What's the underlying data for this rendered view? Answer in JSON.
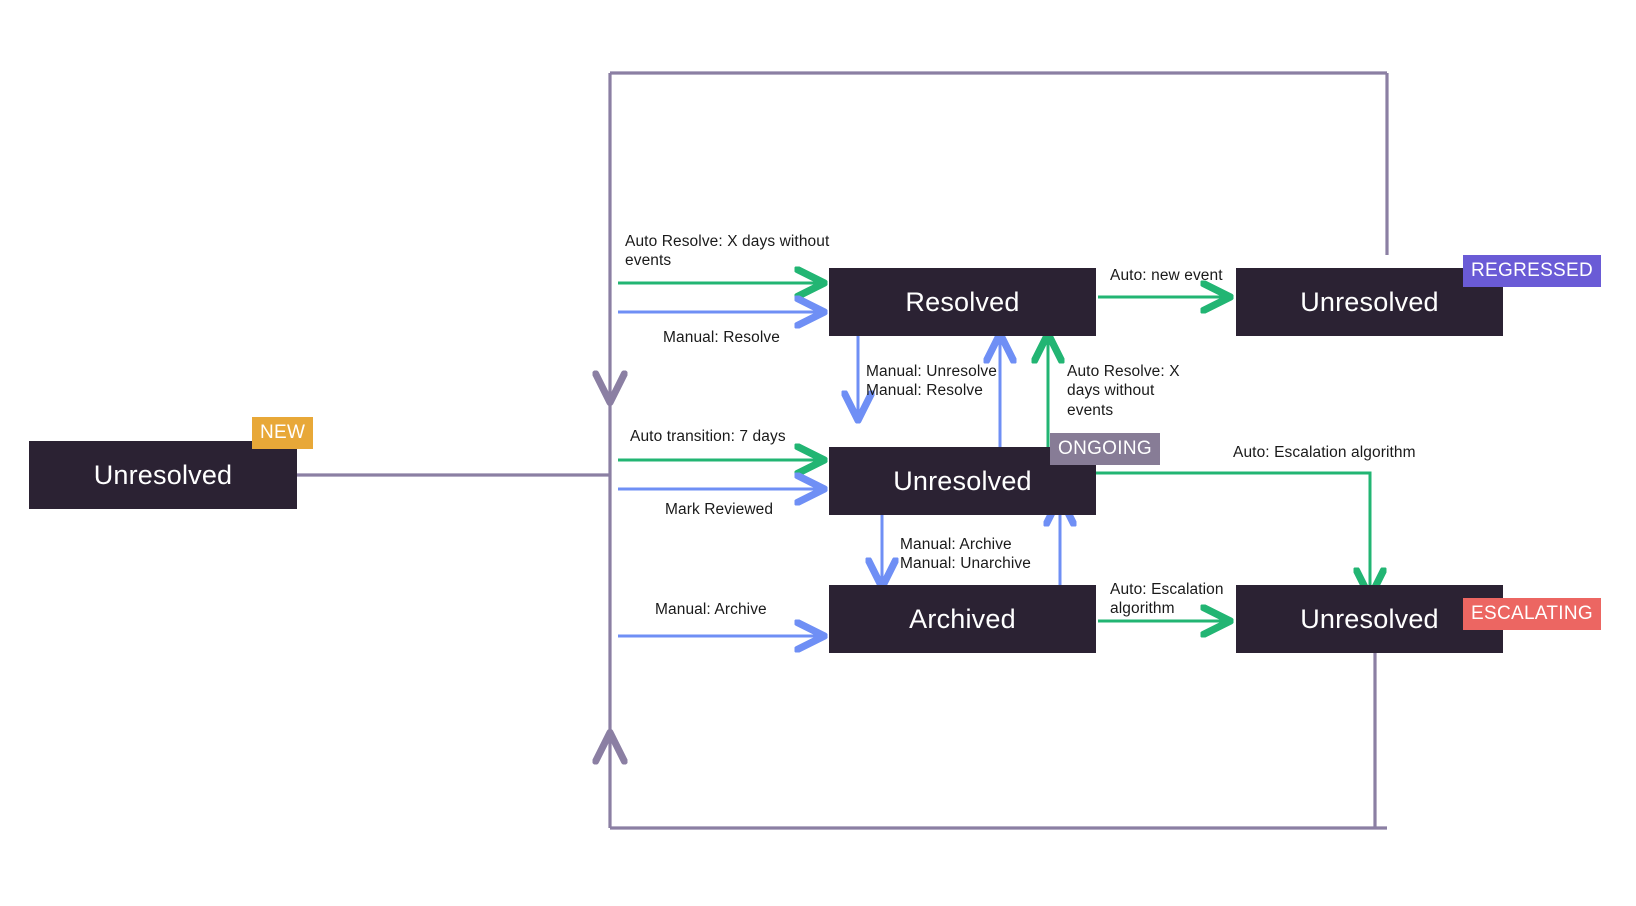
{
  "diagram": {
    "title": "Issue state transition diagram",
    "colors": {
      "state_fill": "#2b2233",
      "state_text": "#ffffff",
      "auto_edge": "#22b573",
      "manual_edge": "#6f8ff5",
      "frame_edge": "#8b7fa3",
      "badge_new": "#e8a838",
      "badge_ongoing": "#877c96",
      "badge_regressed": "#6a5bd6",
      "badge_escalating": "#ec6662"
    },
    "states": [
      {
        "id": "new",
        "label": "Unresolved",
        "badge": "NEW"
      },
      {
        "id": "resolved",
        "label": "Resolved",
        "badge": ""
      },
      {
        "id": "ongoing",
        "label": "Unresolved",
        "badge": "ONGOING"
      },
      {
        "id": "archived",
        "label": "Archived",
        "badge": ""
      },
      {
        "id": "regressed",
        "label": "Unresolved",
        "badge": "REGRESSED"
      },
      {
        "id": "escalating",
        "label": "Unresolved",
        "badge": "ESCALATING"
      }
    ],
    "edge_labels": {
      "auto_resolve_x_days_top": "Auto Resolve: X days without\nevents",
      "manual_resolve": "Manual: Resolve",
      "auto_transition_7_days": "Auto transition: 7 days",
      "mark_reviewed": "Mark Reviewed",
      "manual_archive_left": "Manual: Archive",
      "manual_unresolve_resolve": "Manual: Unresolve\nManual: Resolve",
      "auto_resolve_x_days_mid": "Auto Resolve: X\ndays without\nevents",
      "auto_new_event": "Auto: new event",
      "auto_escalation_algorithm_right": "Auto: Escalation algorithm",
      "manual_archive_unarchive": "Manual: Archive\nManual: Unarchive",
      "auto_escalation_algorithm_bottom": "Auto: Escalation\nalgorithm"
    }
  }
}
